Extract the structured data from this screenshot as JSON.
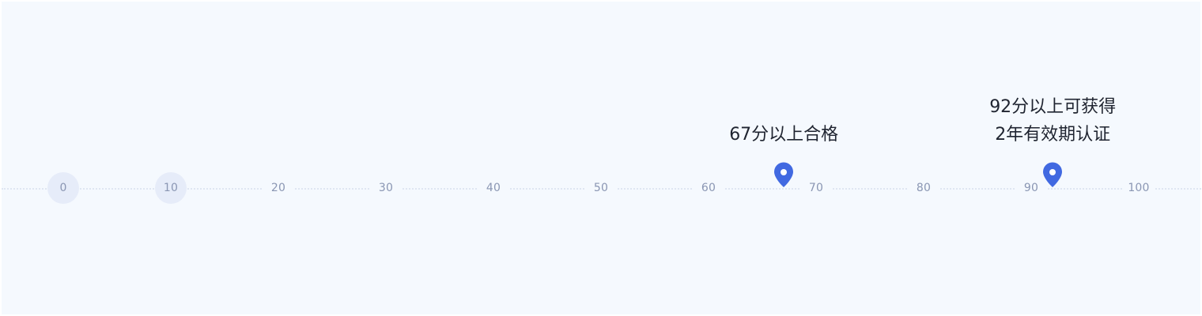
{
  "scale": {
    "min": 0,
    "max": 100,
    "ticks": [
      {
        "label": "0",
        "value": 0,
        "reached": true
      },
      {
        "label": "10",
        "value": 10,
        "reached": true
      },
      {
        "label": "20",
        "value": 20,
        "reached": false
      },
      {
        "label": "30",
        "value": 30,
        "reached": false
      },
      {
        "label": "40",
        "value": 40,
        "reached": false
      },
      {
        "label": "50",
        "value": 50,
        "reached": false
      },
      {
        "label": "60",
        "value": 60,
        "reached": false
      },
      {
        "label": "70",
        "value": 70,
        "reached": false
      },
      {
        "label": "80",
        "value": 80,
        "reached": false
      },
      {
        "label": "90",
        "value": 90,
        "reached": false
      },
      {
        "label": "100",
        "value": 100,
        "reached": false
      }
    ]
  },
  "markers": [
    {
      "value": 67,
      "icon": "map-pin-icon",
      "lines": [
        "67分以上合格"
      ]
    },
    {
      "value": 92,
      "icon": "map-pin-icon",
      "lines": [
        "92分以上可获得",
        "2年有效期认证"
      ]
    }
  ],
  "colors": {
    "accent": "#4169e1",
    "tick_text": "#8a96b3",
    "reached_bg": "#e6ecf9",
    "panel_bg": "#f5f9fe"
  }
}
